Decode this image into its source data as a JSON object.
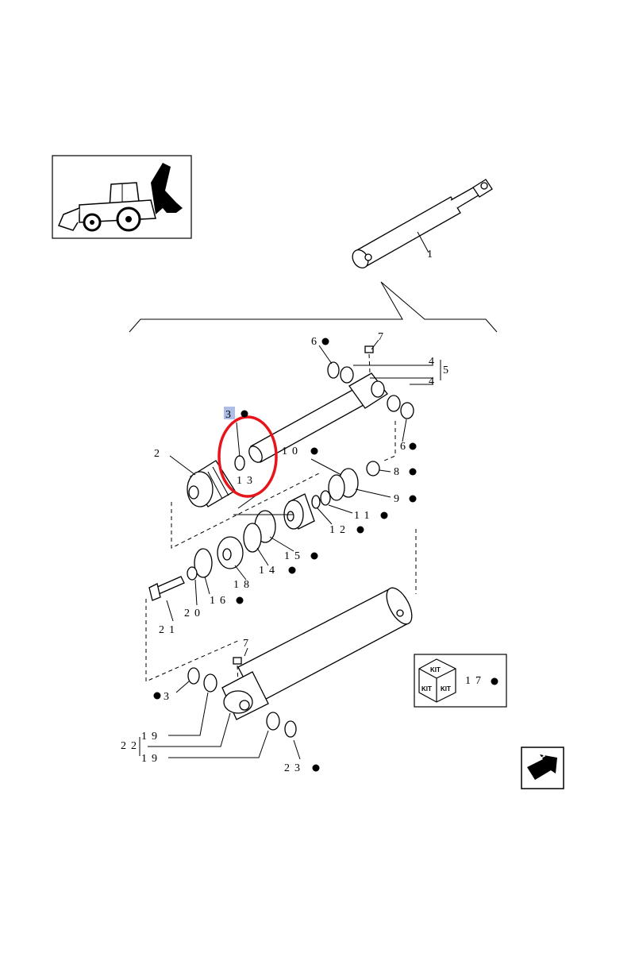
{
  "callouts": [
    {
      "label": "1",
      "marked": false
    },
    {
      "label": "2",
      "marked": false
    },
    {
      "label": "3",
      "marked": true,
      "highlighted": true
    },
    {
      "label": "4",
      "marked": false
    },
    {
      "label": "4",
      "marked": false
    },
    {
      "label": "5",
      "marked": false
    },
    {
      "label": "6",
      "marked": true
    },
    {
      "label": "6",
      "marked": true
    },
    {
      "label": "7",
      "marked": false
    },
    {
      "label": "7",
      "marked": false
    },
    {
      "label": "8",
      "marked": true
    },
    {
      "label": "9",
      "marked": true
    },
    {
      "label": "10",
      "marked": true
    },
    {
      "label": "11",
      "marked": true
    },
    {
      "label": "12",
      "marked": true
    },
    {
      "label": "13",
      "marked": false
    },
    {
      "label": "14",
      "marked": true
    },
    {
      "label": "15",
      "marked": true
    },
    {
      "label": "16",
      "marked": true
    },
    {
      "label": "17",
      "marked": true
    },
    {
      "label": "18",
      "marked": false
    },
    {
      "label": "19",
      "marked": false
    },
    {
      "label": "19",
      "marked": false
    },
    {
      "label": "20",
      "marked": false
    },
    {
      "label": "21",
      "marked": false
    },
    {
      "label": "22",
      "marked": false
    },
    {
      "label": "23",
      "marked": true
    },
    {
      "label": "3",
      "marked": true
    }
  ],
  "kit_box": {
    "text_top": "KIT",
    "text_left": "KIT",
    "text_right": "KIT",
    "label": "17"
  },
  "highlight": {
    "color": "#e8141c",
    "label_bg": "#aebde6"
  }
}
